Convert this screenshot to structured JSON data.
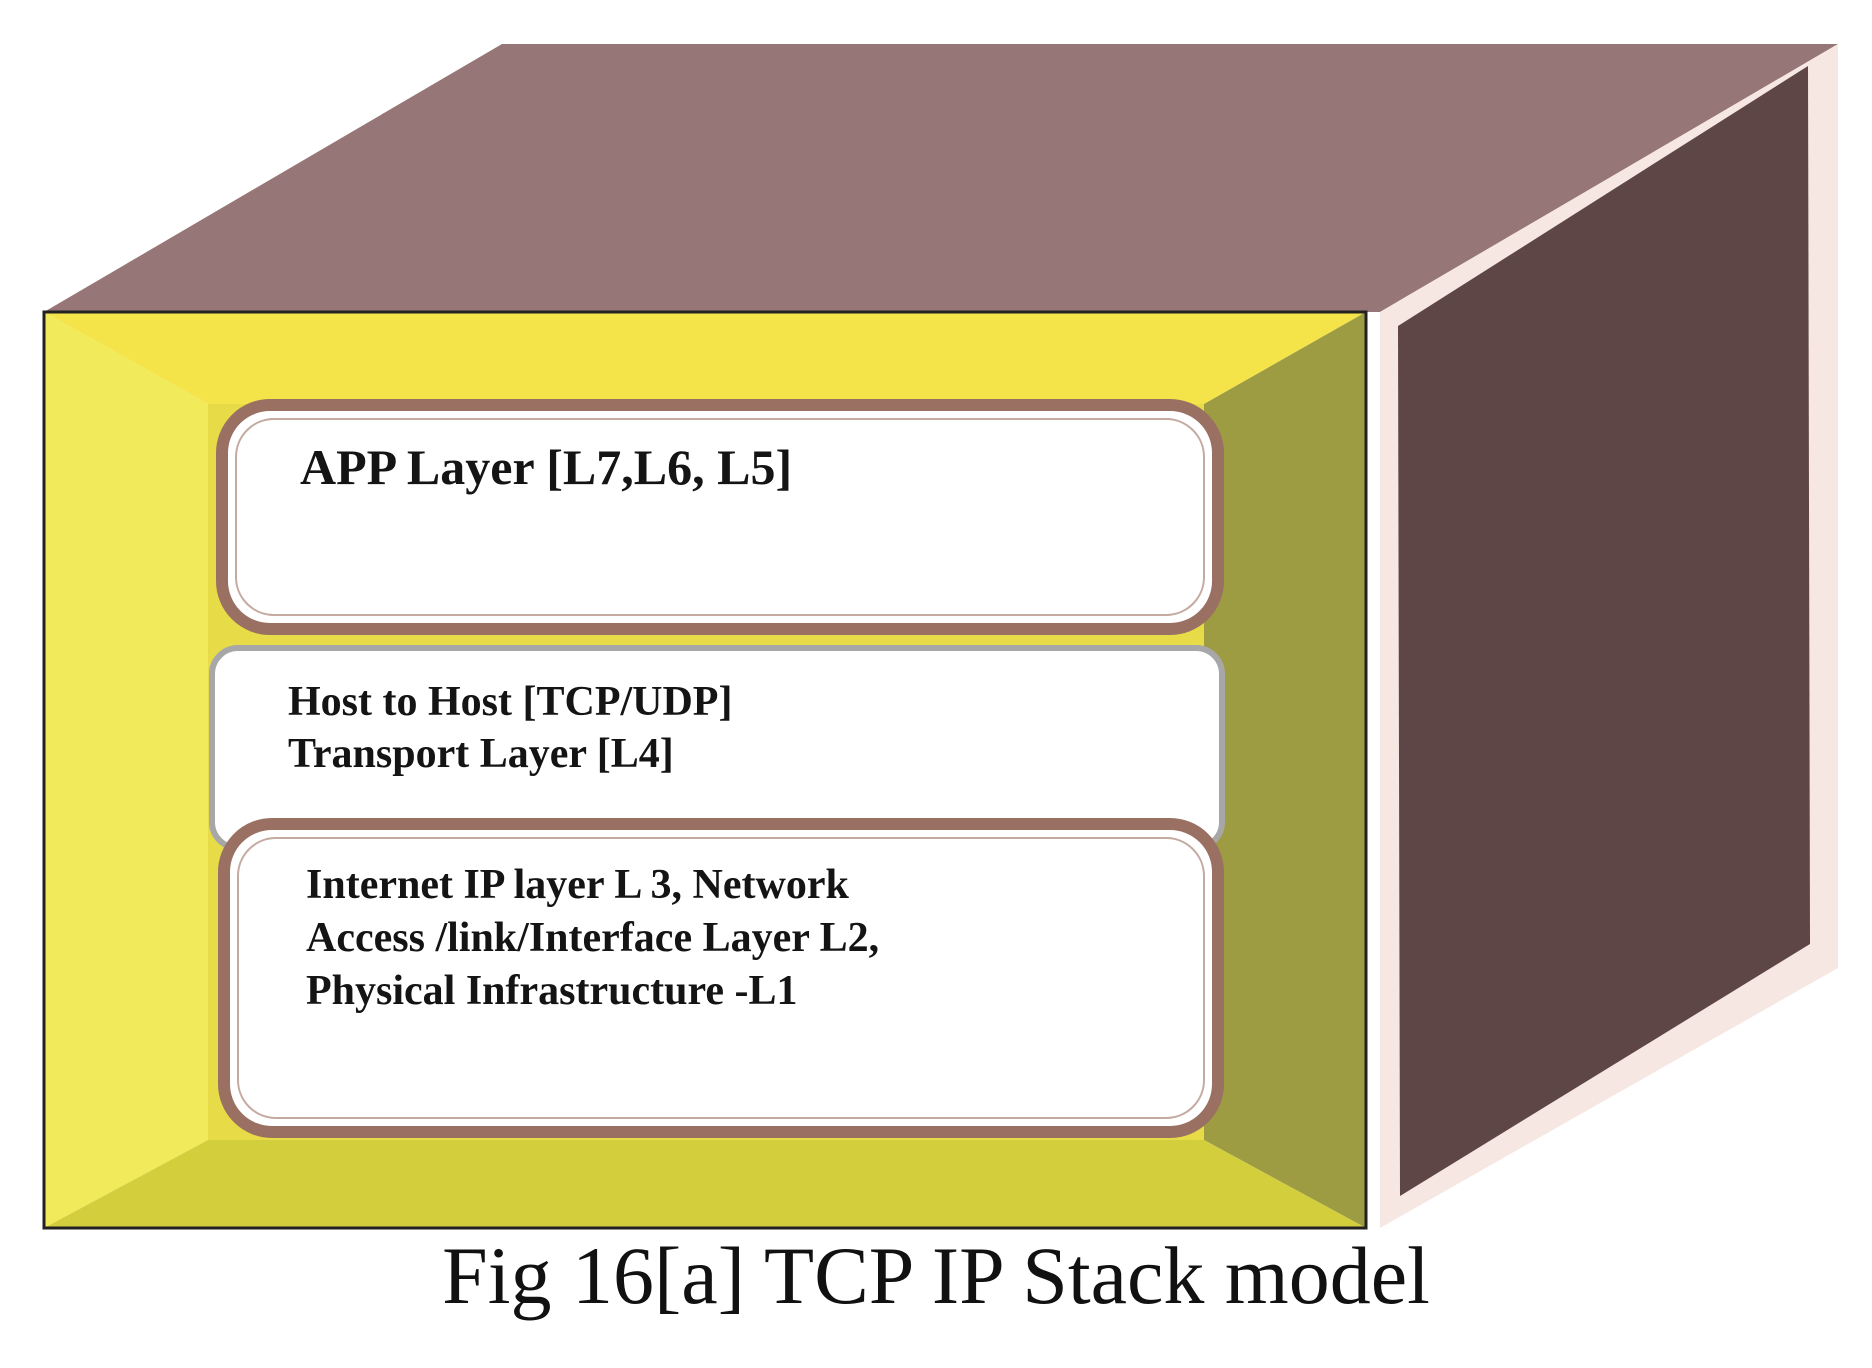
{
  "diagram": {
    "layers": [
      {
        "lines": [
          "APP Layer [L7,L6, L5]"
        ]
      },
      {
        "lines": [
          "Host to Host  [TCP/UDP]",
          "Transport Layer [L4]"
        ]
      },
      {
        "lines": [
          "Internet IP layer L 3, Network",
          "Access /link/Interface Layer L2,",
          "Physical Infrastructure -L1"
        ]
      }
    ],
    "colors": {
      "box_top": "#967676",
      "box_side": "#5e4646",
      "frame_yellow": "#f2e54e",
      "frame_olive": "#9d9c42",
      "layer_border": "#9a7062",
      "layer_fill": "#ffffff"
    }
  },
  "caption": "Fig 16[a] TCP IP Stack model"
}
